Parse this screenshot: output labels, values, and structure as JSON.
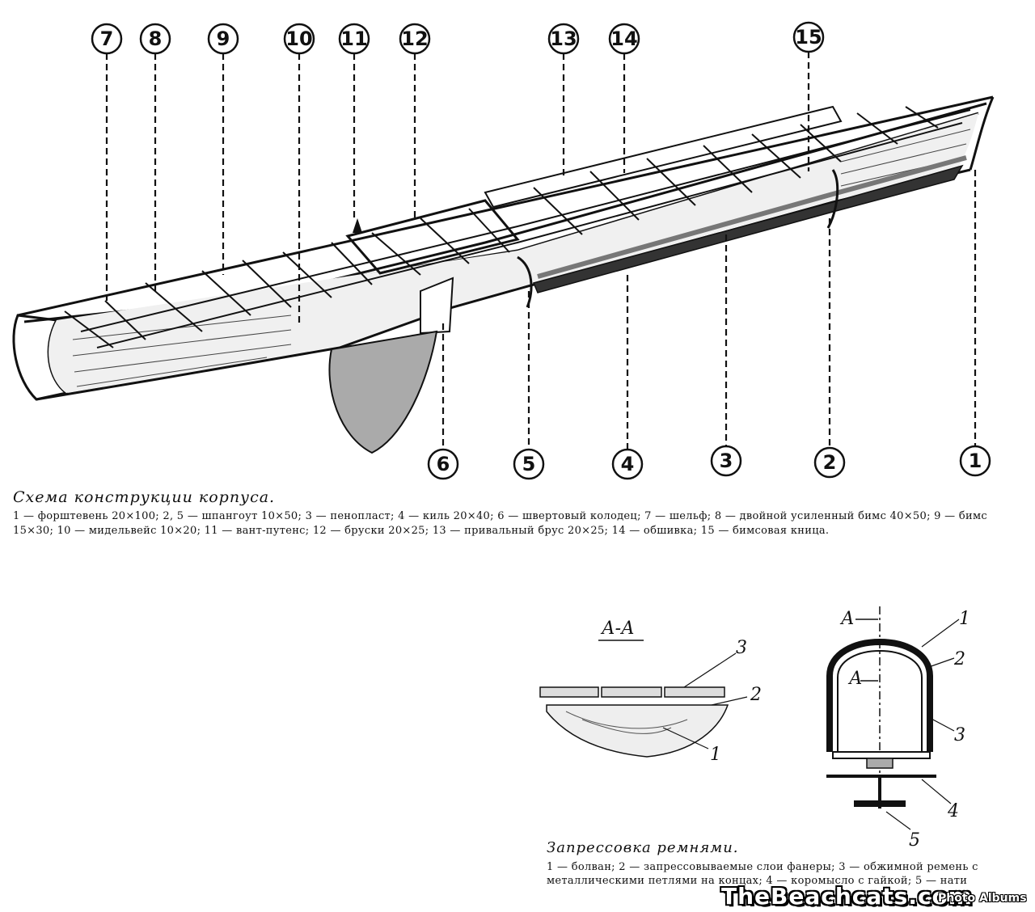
{
  "diagram": {
    "callouts_top": [
      "7",
      "8",
      "9",
      "10",
      "11",
      "12",
      "13",
      "14",
      "15"
    ],
    "callouts_bottom": [
      "6",
      "5",
      "4",
      "3",
      "2",
      "1"
    ]
  },
  "caption": {
    "title": "Схема конструкции корпуса.",
    "text": "1 — форштевень 20×100; 2, 5 — шпангоут 10×50; 3 — пенопласт; 4 — киль 20×40; 6 — швертовый колодец; 7 — шельф; 8 — двойной усиленный бимс 40×50; 9 — бимс 15×30; 10 — мидельвейс 10×20; 11 — вант-путенс; 12 — бруски 20×25; 13 — привальный брус 20×25; 14 — обшивка; 15 — бимсовая кница."
  },
  "section": {
    "label": "А-А",
    "labels": [
      "3",
      "2",
      "1"
    ]
  },
  "clamp": {
    "section_mark": "А",
    "labels": [
      "1",
      "2",
      "3",
      "4",
      "5"
    ]
  },
  "caption2": {
    "title": "Запрессовка ремнями.",
    "text": "1 — болван; 2 — запрессовываемые слои фанеры; 3 — обжимной ремень с металлическими петлями на концах; 4 — коромысло с гайкой; 5 — нати"
  },
  "watermark": {
    "brand": "TheBeachcats.com",
    "sub": "Photo Albums"
  }
}
